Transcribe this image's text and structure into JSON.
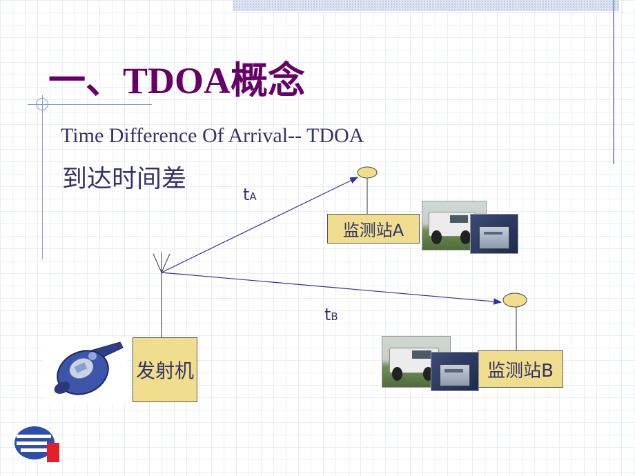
{
  "slide": {
    "title": "一、TDOA概念",
    "subtitle": "Time Difference Of Arrival-- TDOA",
    "subtitle_cn": "到达时间差"
  },
  "diagram": {
    "station_a_label": "监测站A",
    "station_b_label": "监测站B",
    "transmitter_label": "发射机",
    "time_a": {
      "base": "t",
      "sub": "A"
    },
    "time_b": {
      "base": "t",
      "sub": "B"
    }
  },
  "colors": {
    "title": "#660066",
    "text": "#333366",
    "box_fill": "#f0de8e",
    "arrow": "#333399",
    "grid": "#e9eef5",
    "accent_line": "#8a9ad0"
  },
  "icons": [
    "walkie-talkie-image",
    "vehicle-photo",
    "equipment-photo",
    "company-logo",
    "antenna-icon"
  ]
}
